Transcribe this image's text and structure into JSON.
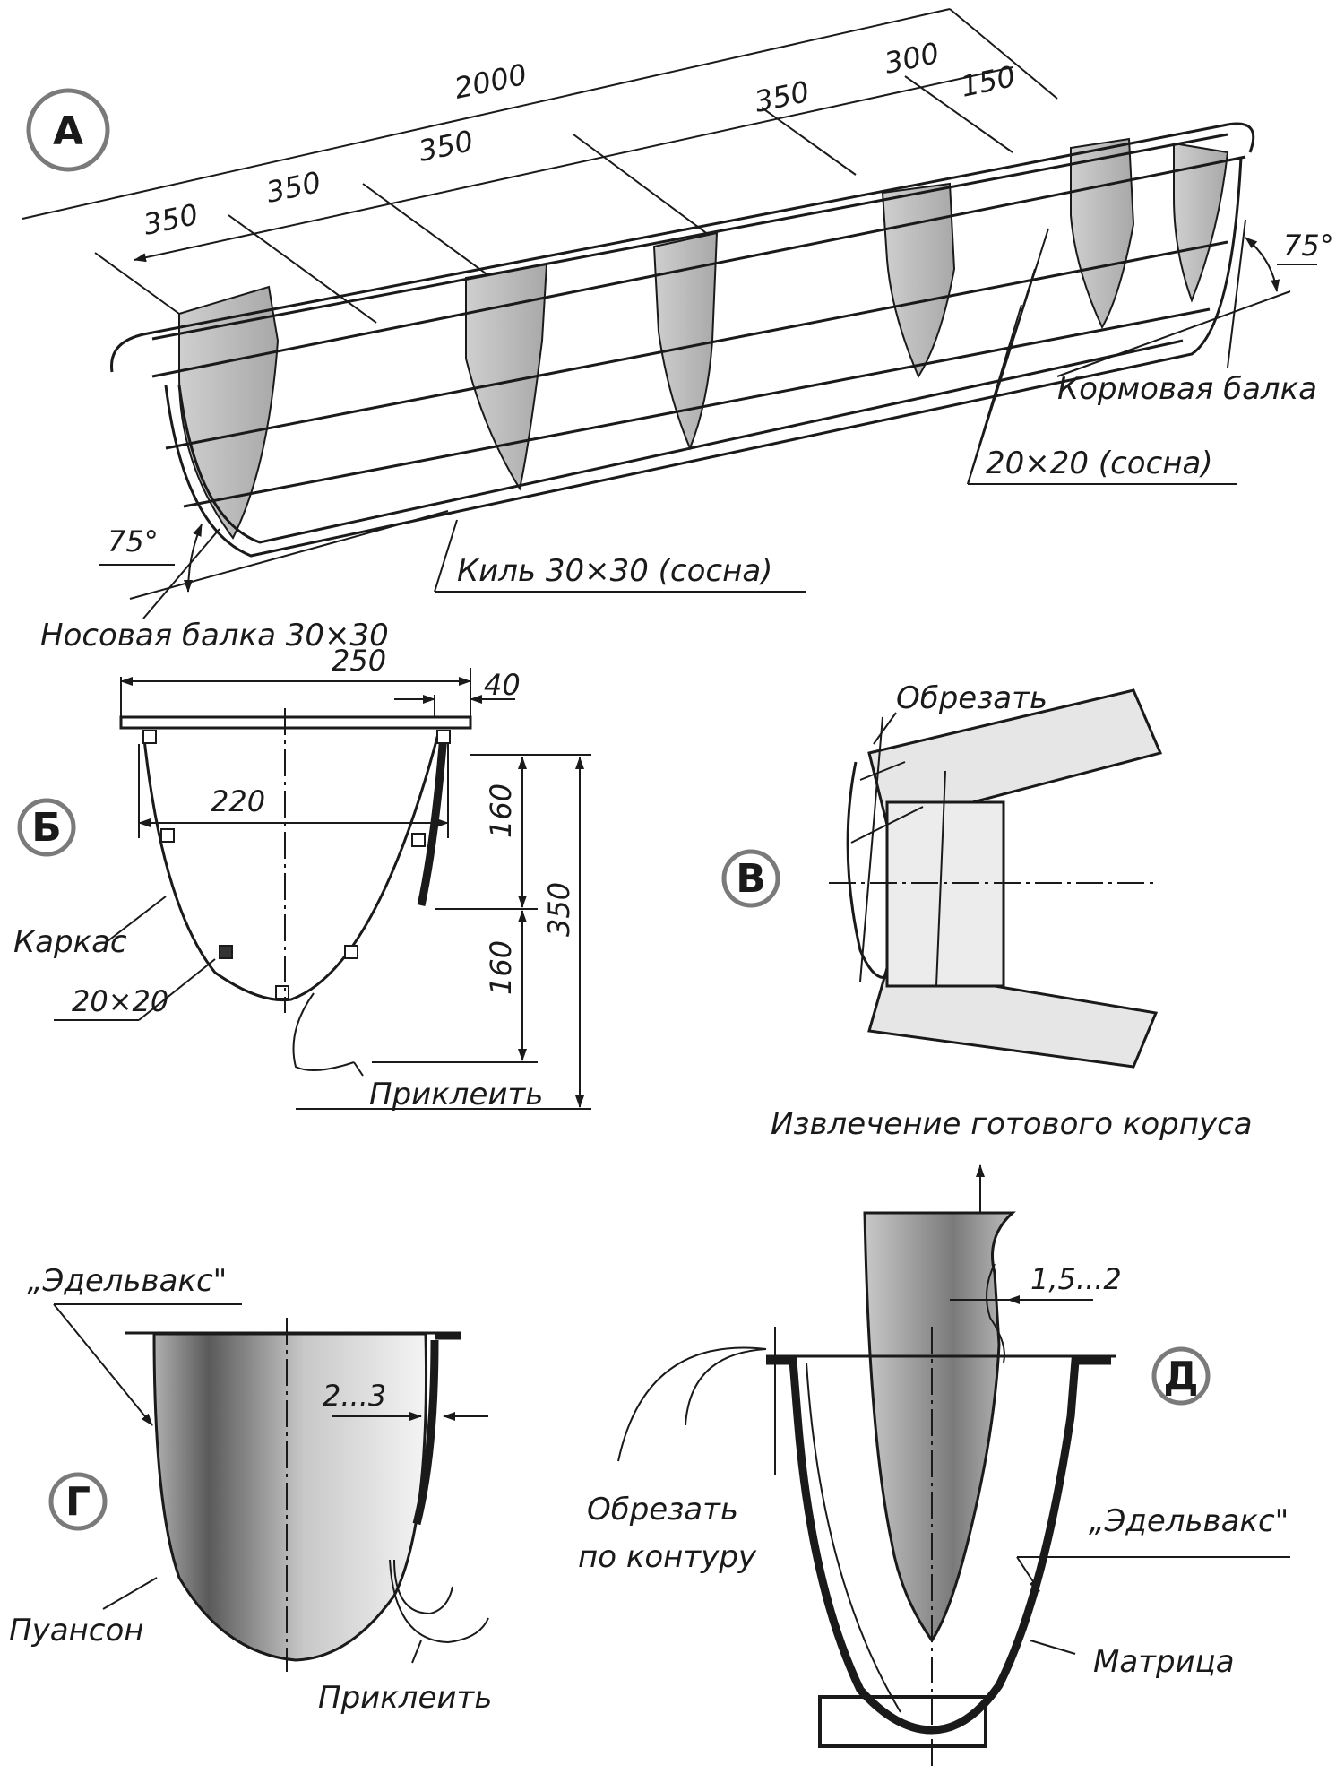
{
  "views": {
    "A": {
      "badge": "А",
      "dims": {
        "overall": "2000",
        "s1": "350",
        "s2": "350",
        "s3": "350",
        "s4": "350",
        "s5": "300",
        "s6": "150"
      },
      "angle_stern": "75°",
      "angle_bow": "75°",
      "labels": {
        "stern_beam": "Кормовая балка",
        "stringers": "20×20 (сосна)",
        "keel": "Киль 30×30 (сосна)",
        "bow_beam": "Носовая балка 30×30"
      }
    },
    "B": {
      "badge": "Б",
      "dims": {
        "width_top": "250",
        "flange": "40",
        "width_mid": "220",
        "h1": "160",
        "h2": "160",
        "height": "350"
      },
      "labels": {
        "frame": "Каркас",
        "stringer": "20×20",
        "glue": "Приклеить"
      }
    },
    "V": {
      "badge": "В",
      "labels": {
        "trim": "Обрезать"
      }
    },
    "G": {
      "badge": "Г",
      "dims": {
        "gap": "2...3"
      },
      "labels": {
        "wax": "„Эдельвакс\"",
        "punch": "Пуансон",
        "glue": "Приклеить"
      }
    },
    "D": {
      "badge": "Д",
      "dims": {
        "thickness": "1,5...2"
      },
      "labels": {
        "extract": "Извлечение готового корпуса",
        "trim_line1": "Обрезать",
        "trim_line2": "по контуру",
        "wax": "„Эдельвакс\"",
        "matrix": "Матрица"
      }
    }
  }
}
